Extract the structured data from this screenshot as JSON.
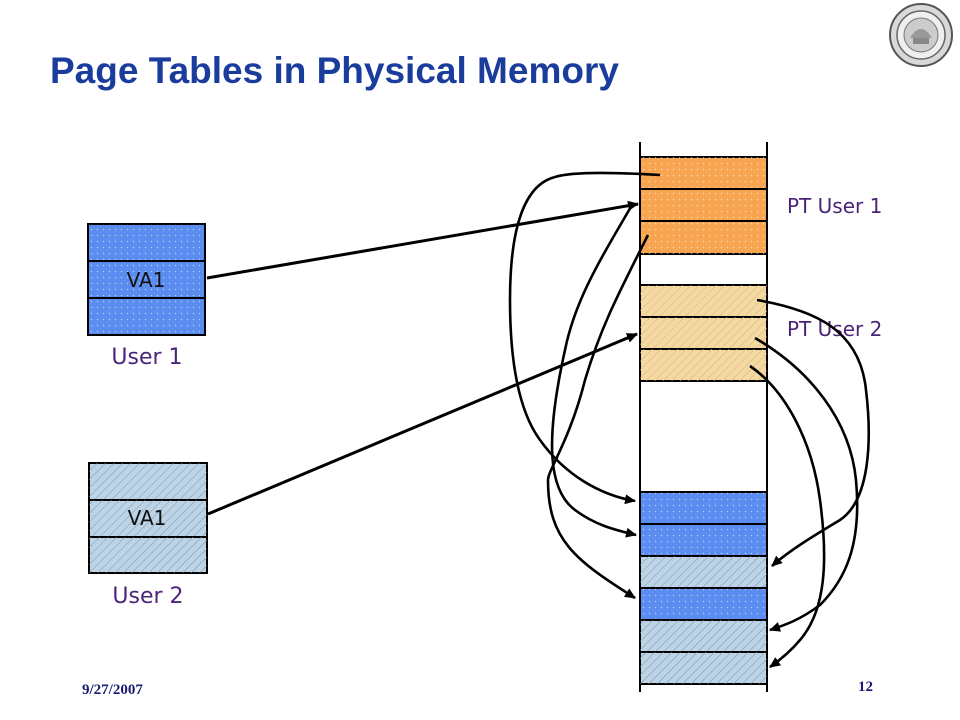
{
  "slide": {
    "title": "Page Tables in Physical Memory",
    "date": "9/27/2007",
    "page_number": "12"
  },
  "user1": {
    "cell_label": "VA1",
    "caption": "User 1"
  },
  "user2": {
    "cell_label": "VA1",
    "caption": "User 2"
  },
  "physical_memory": {
    "pt_user1_label": "PT User 1",
    "pt_user2_label": "PT User 2"
  },
  "colors": {
    "title": "#1a3c9c",
    "label": "#4a2577",
    "pt_user1_fill": "#f7a550",
    "pt_user2_fill": "#f5d9a2",
    "user1_page_fill": "#5b8cf0",
    "user2_page_fill": "#bcd4e6"
  }
}
